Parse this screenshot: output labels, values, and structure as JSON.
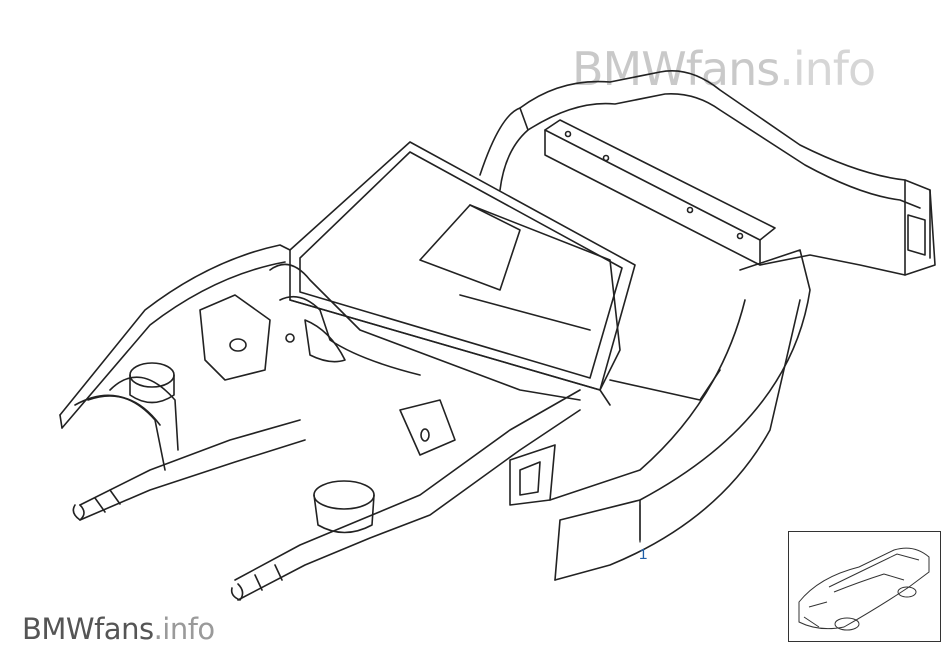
{
  "watermark": {
    "top_main": "BMWfans",
    "top_suffix": ".info",
    "bottom_main": "BMWfans",
    "bottom_suffix": ".info"
  },
  "diagram": {
    "callouts": [
      {
        "label": "1"
      }
    ]
  },
  "thumbnail": {
    "depicts": "car-icon"
  },
  "colors": {
    "line": "#222222",
    "callout": "#1f5fa8",
    "watermark_top": "#c9c9c9",
    "watermark_bottom": "#555555"
  }
}
